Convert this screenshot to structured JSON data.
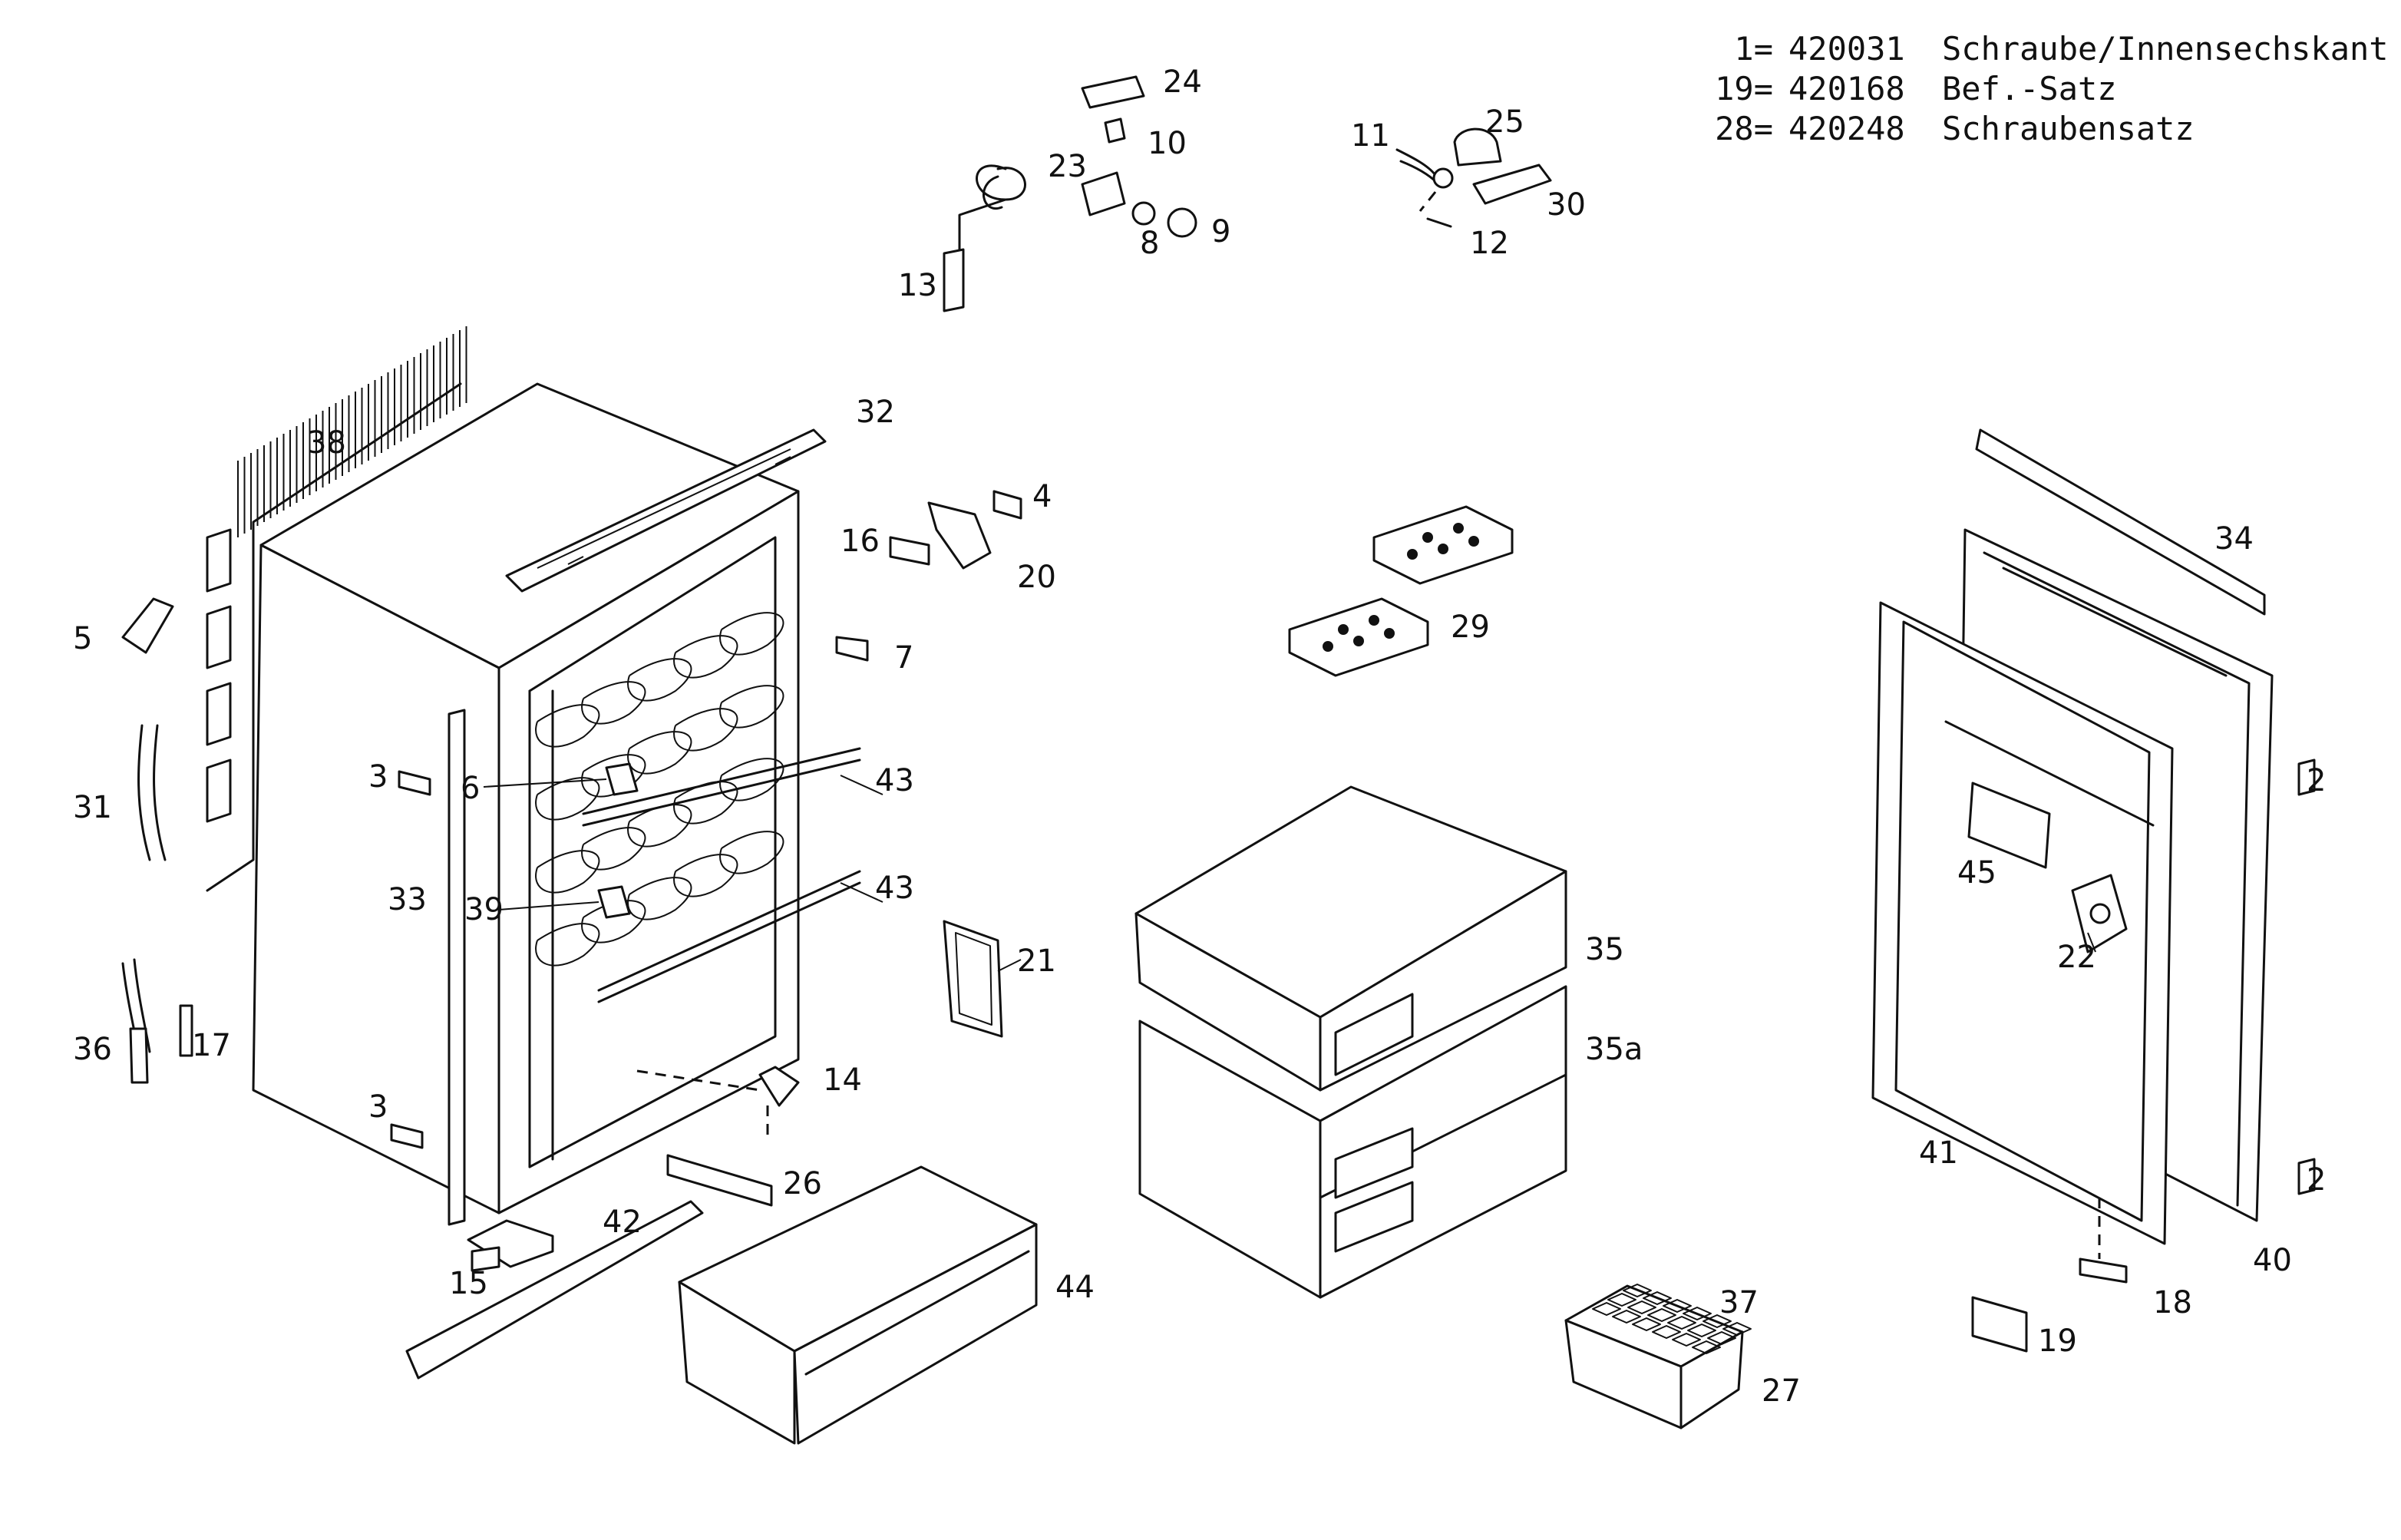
{
  "legend": [
    {
      "key": "1=",
      "number": "420031",
      "description": "Schraube/Innensechskant"
    },
    {
      "key": "19=",
      "number": "420168",
      "description": "Bef.-Satz"
    },
    {
      "key": "28=",
      "number": "420248",
      "description": "Schraubensatz"
    }
  ],
  "callouts": {
    "c2a": "2",
    "c2b": "2",
    "c3a": "3",
    "c3b": "3",
    "c4": "4",
    "c5": "5",
    "c6": "6",
    "c7": "7",
    "c8": "8",
    "c9": "9",
    "c10": "10",
    "c11": "11",
    "c12": "12",
    "c13": "13",
    "c14": "14",
    "c15": "15",
    "c16": "16",
    "c17": "17",
    "c18": "18",
    "c19": "19",
    "c20": "20",
    "c21": "21",
    "c22": "22",
    "c23": "23",
    "c24": "24",
    "c25": "25",
    "c26": "26",
    "c27": "27",
    "c29": "29",
    "c30": "30",
    "c31": "31",
    "c32": "32",
    "c33": "33",
    "c34": "34",
    "c35": "35",
    "c35a": "35a",
    "c36": "36",
    "c37": "37",
    "c38": "38",
    "c39": "39",
    "c40": "40",
    "c41": "41",
    "c42": "42",
    "c43a": "43",
    "c43b": "43",
    "c44": "44",
    "c45": "45"
  }
}
